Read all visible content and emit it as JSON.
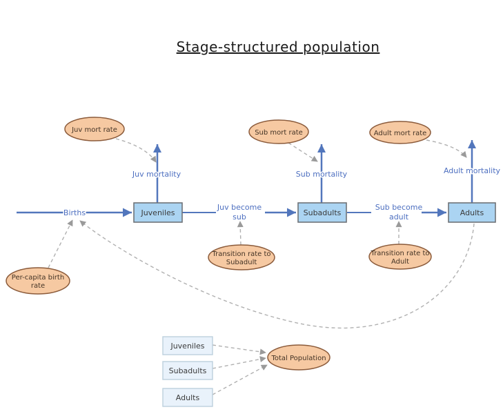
{
  "title": "Stage-structured population",
  "colors": {
    "flow_blue": "#5276bc",
    "flow_label_blue": "#4d6fc0",
    "stock_fill": "#abd4f2",
    "stock_border": "#6e7277",
    "alias_fill": "#e9f2fb",
    "alias_border": "#bccfdd",
    "variable_fill": "#f6c9a2",
    "variable_border": "#8a5a3a",
    "link_gray": "#b0b0b0",
    "text_dark": "#3b3b3b"
  },
  "stocks": [
    {
      "label": "Juveniles"
    },
    {
      "label": "Subadults"
    },
    {
      "label": "Adults"
    }
  ],
  "flows": {
    "births": "Births",
    "juv_become_line1": "Juv become",
    "juv_become_line2": "sub",
    "sub_become_line1": "Sub become",
    "sub_become_line2": "adult",
    "juv_mortality": "Juv mortality",
    "sub_mortality": "Sub mortality",
    "adult_mortality": "Adult mortality"
  },
  "variables": {
    "juv_mort_rate": "Juv mort rate",
    "sub_mort_rate": "Sub mort rate",
    "adult_mort_rate": "Adult mort rate",
    "per_capita_line1": "Per-capita birth",
    "per_capita_line2": "rate",
    "trans_sub_line1": "Transition rate to",
    "trans_sub_line2": "Subadult",
    "trans_adult_line1": "Transition rate to",
    "trans_adult_line2": "Adult",
    "total_population": "Total Population"
  },
  "aliases": [
    {
      "label": "Juveniles"
    },
    {
      "label": "Subadults"
    },
    {
      "label": "Adults"
    }
  ]
}
